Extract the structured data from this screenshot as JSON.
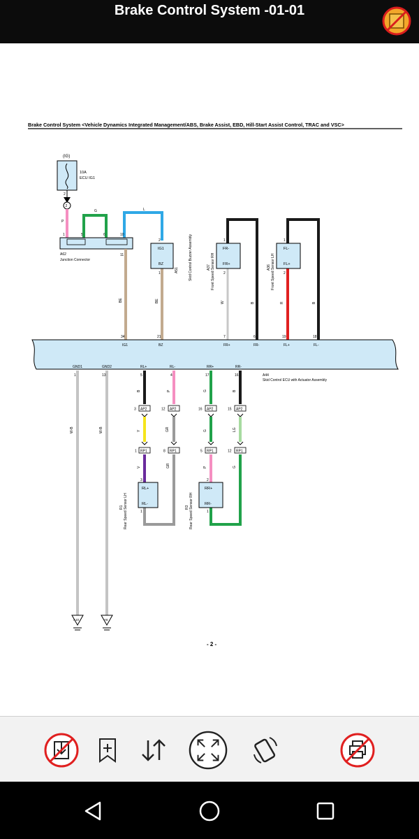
{
  "header": {
    "title": "Brake Control System -01-01",
    "edit_icon": "no-edit-icon"
  },
  "diagram": {
    "heading": "Brake Control System <Vehicle Dynamics Integrated Management/ABS, Brake Assist, EBD, Hill-Start Assist Control, TRAC and VSC>",
    "page_number": "- 2 -",
    "ig": "(IG)",
    "fuse": {
      "rating": "10A",
      "name": "ECU IG1",
      "pin_top": "2",
      "pin_bottom": "2"
    },
    "junction": {
      "id": "A62",
      "name": "Junction Connector",
      "pins": [
        "1",
        "5",
        "6",
        "10",
        "11"
      ]
    },
    "buzzer": {
      "id": "A51",
      "name": "Skid Control Buzzer Assembly",
      "top": "IG1",
      "bottom": "BZ",
      "pin_top": "2",
      "pin_bottom": "1"
    },
    "front_rh": {
      "id": "A37",
      "name": "Front Speed Sensor RH",
      "top": "FR-",
      "bottom": "FR+",
      "pin_top": "1",
      "pin_bottom": "2"
    },
    "front_lh": {
      "id": "A36",
      "name": "Front Speed Sensor LH",
      "top": "FL-",
      "bottom": "FL+",
      "pin_top": "1",
      "pin_bottom": "2"
    },
    "ecu": {
      "id": "A44",
      "name": "Skid Control ECU with Actuator Assembly",
      "top_labels": [
        "IG1",
        "BZ",
        "FR+",
        "FR-",
        "FL+",
        "FL-"
      ],
      "top_pins": [
        "34",
        "21",
        "7",
        "6",
        "19",
        "18"
      ],
      "bottom_labels": [
        "GND1",
        "GND2",
        "RL+",
        "RL-",
        "RR+",
        "RR-"
      ],
      "bottom_pins": [
        "1",
        "13",
        "5",
        "4",
        "17",
        "16"
      ]
    },
    "wire_colors": {
      "g": "G",
      "l": "L",
      "p": "P",
      "br": "BE",
      "w": "W",
      "b": "B",
      "r": "R",
      "wb": "W-B",
      "y": "Y",
      "gr": "GR",
      "v": "V",
      "lg": "LG"
    },
    "ap2": {
      "label": "AP2",
      "pins": [
        "3",
        "12",
        "16",
        "15"
      ]
    },
    "rp1": {
      "label": "RP1",
      "pins": [
        "1",
        "8",
        "5",
        "12"
      ]
    },
    "rear_lh": {
      "id": "R1",
      "name": "Rear Speed Sensor LH",
      "top": "RL+",
      "bottom": "RL-",
      "pin_top": "3",
      "pin_bottom": "1"
    },
    "rear_rh": {
      "id": "R3",
      "name": "Rear Speed Sensor RH",
      "top": "RR+",
      "bottom": "RR-",
      "pin_top": "2",
      "pin_bottom": "1"
    },
    "grounds": [
      "A10",
      "A6"
    ]
  },
  "toolbar": {
    "buttons": [
      "no-download-icon",
      "bookmark-add-icon",
      "sort-icon",
      "fullscreen-icon",
      "rotate-icon",
      "no-print-icon"
    ]
  },
  "navbar": {
    "buttons": [
      "back-icon",
      "home-icon",
      "recents-icon"
    ]
  },
  "colors": {
    "ecu_fill": "#cfe9f7",
    "pink": "#f58fc1",
    "green": "#21a24a",
    "blue": "#2fa8e6",
    "tan": "#c2aa8f",
    "red": "#e02020",
    "yellow": "#f5e51c",
    "purple": "#6a2b9c",
    "gray": "#9a9a9a",
    "lightgreen": "#a7dba0"
  }
}
